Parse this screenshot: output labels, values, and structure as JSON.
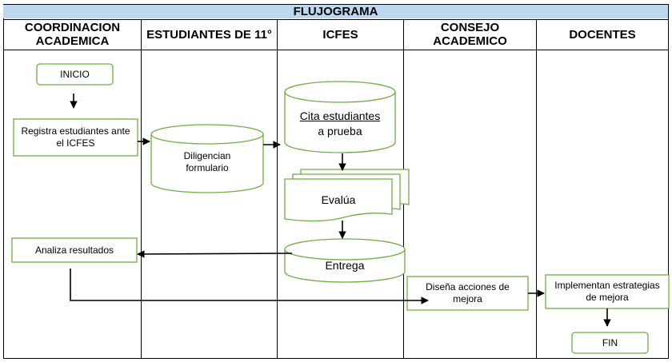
{
  "title": "FLUJOGRAMA",
  "lanes": [
    {
      "label": "COORDINACION ACADEMICA"
    },
    {
      "label": "ESTUDIANTES DE 11°"
    },
    {
      "label": "ICFES"
    },
    {
      "label": "CONSEJO ACADEMICO"
    },
    {
      "label": "DOCENTES"
    }
  ],
  "nodes": {
    "inicio": "INICIO",
    "registra": "Registra estudiantes ante el ICFES",
    "diligencian": "Diligencian formulario",
    "cita_1": "Cita estudiantes",
    "cita_2": "a prueba",
    "evalua": "Evalúa",
    "entrega": "Entrega",
    "analiza": "Analiza resultados",
    "disena": "Diseña acciones de mejora",
    "implementan": "Implementan estrategias de mejora",
    "fin": "FIN"
  },
  "colors": {
    "title_fill": "#bdd7ee",
    "node_border": "#70ad47",
    "line": "#000000"
  }
}
